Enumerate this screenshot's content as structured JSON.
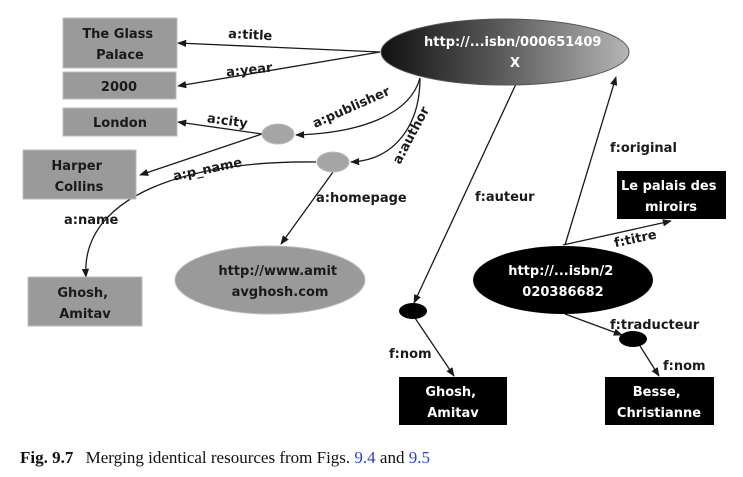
{
  "colors": {
    "gray_node": "#9a9a9a",
    "gray_blank": "#a5a5a5",
    "black_node": "#000000",
    "edge": "#1a1a1a",
    "link": "#2a3dd6"
  },
  "nodes": {
    "main_uri": {
      "lines": [
        "http://...isbn/000651409",
        "X"
      ]
    },
    "glass_palace": {
      "lines": [
        "The Glass",
        "Palace"
      ]
    },
    "year": {
      "lines": [
        "2000"
      ]
    },
    "london": {
      "lines": [
        "London"
      ]
    },
    "harper": {
      "lines": [
        "Harper",
        "Collins"
      ]
    },
    "ghosh_a": {
      "lines": [
        "Ghosh,",
        "Amitav"
      ]
    },
    "homepage": {
      "lines": [
        "http://www.amit",
        "avghosh.com"
      ]
    },
    "fr_uri": {
      "lines": [
        "http://...isbn/2",
        "020386682"
      ]
    },
    "palais": {
      "lines": [
        "Le palais des",
        "miroirs"
      ]
    },
    "ghosh_f": {
      "lines": [
        "Ghosh,",
        "Amitav"
      ]
    },
    "besse": {
      "lines": [
        "Besse,",
        "Christianne"
      ]
    }
  },
  "edges": {
    "title": "a:title",
    "year": "a:year",
    "publisher": "a:publisher",
    "author": "a:author",
    "city": "a:city",
    "p_name": "a:p_name",
    "name": "a:name",
    "homepage": "a:homepage",
    "auteur": "f:auteur",
    "original": "f:original",
    "titre": "f:titre",
    "traducteur": "f:traducteur",
    "nom1": "f:nom",
    "nom2": "f:nom"
  },
  "caption": {
    "label": "Fig. 9.7",
    "text": "Merging identical resources from Figs.",
    "ref1": "9.4",
    "and": "and",
    "ref2": "9.5"
  }
}
